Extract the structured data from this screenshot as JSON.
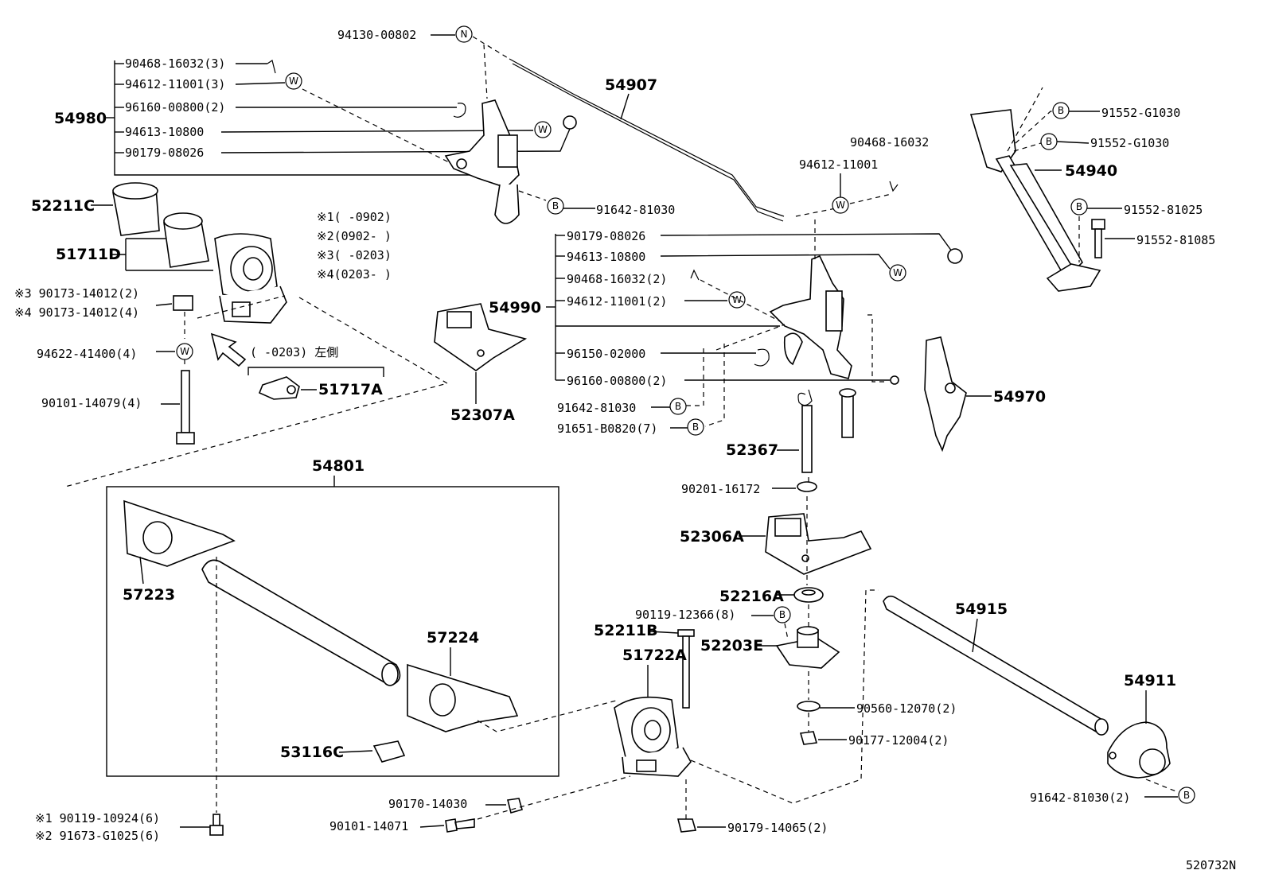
{
  "code": "520732N",
  "notes": [
    "※1(     -0902)",
    "※2(0902-     )",
    "※3(     -0203)",
    "※4(0203-     )"
  ],
  "left_side_note": "(     -0203) 左側",
  "symbols": {
    "n": "N",
    "w": "W",
    "b": "B"
  },
  "groups": {
    "g54980": {
      "id": "54980",
      "items": [
        "90468-16032(3)",
        "94612-11001(3)",
        "96160-00800(2)",
        "94613-10800",
        "90179-08026"
      ]
    },
    "g54990": {
      "id": "54990",
      "items": [
        "90179-08026",
        "94613-10800",
        "90468-16032(2)",
        "94612-11001(2)",
        "96150-02000",
        "96160-00800(2)"
      ]
    }
  },
  "parts": {
    "p94130": "94130-00802",
    "p54907": "54907",
    "p91642a": "91642-81030",
    "p52211C": "52211C",
    "p51711D": "51711D",
    "p90173a": "※3 90173-14012(2)",
    "p90173b": "※4 90173-14012(4)",
    "p94622": "94622-41400(4)",
    "p90101a": "90101-14079(4)",
    "p51717A": "51717A",
    "p52307A": "52307A",
    "p90468b": "90468-16032",
    "p94612b": "94612-11001",
    "p91642b": "91642-81030",
    "p91651": "91651-B0820(7)",
    "p52367": "52367",
    "p90201": "90201-16172",
    "p52306A": "52306A",
    "p52216A": "52216A",
    "p90119a": "90119-12366(8)",
    "p52211B": "52211B",
    "p52203E": "52203E",
    "p51722A": "51722A",
    "p90560": "90560-12070(2)",
    "p90177": "90177-12004(2)",
    "p54801": "54801",
    "p57223": "57223",
    "p57224": "57224",
    "p53116C": "53116C",
    "p90119b": "※1 90119-10924(6)",
    "p91673": "※2 91673-G1025(6)",
    "p90170": "90170-14030",
    "p90101b": "90101-14071",
    "p90179c": "90179-14065(2)",
    "p91552a": "91552-G1030",
    "p91552b": "91552-G1030",
    "p54940": "54940",
    "p91552c": "91552-81025",
    "p91552d": "91552-81085",
    "p54970": "54970",
    "p54915": "54915",
    "p54911": "54911",
    "p91642c": "91642-81030(2)"
  }
}
